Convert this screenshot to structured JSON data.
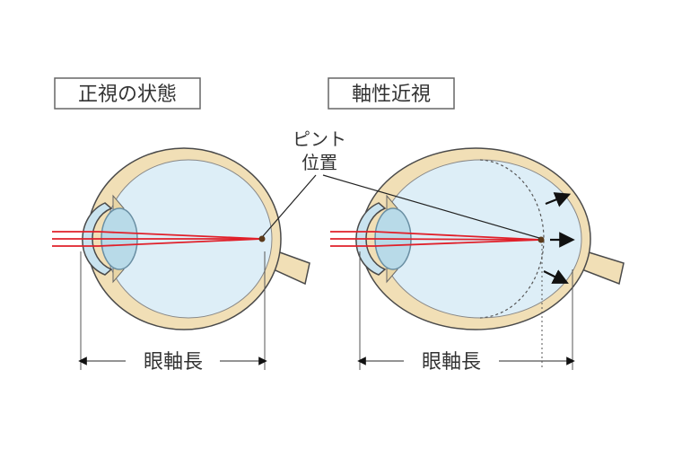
{
  "labels": {
    "normal_title": "正視の状態",
    "myopia_title": "軸性近視",
    "focus_line1": "ピント",
    "focus_line2": "位置",
    "axial_length_left": "眼軸長",
    "axial_length_right": "眼軸長"
  },
  "colors": {
    "lens": "#b8dae8",
    "light_rays": "#e0202a",
    "focus_point": "#5b3a1a",
    "globe_fill": "#ddeef7",
    "sclera": "#f1dfb6",
    "outline": "#4a4a4a",
    "arrow": "#111111"
  },
  "icons": {
    "expansion_arrows": "arrow-right-icon"
  }
}
